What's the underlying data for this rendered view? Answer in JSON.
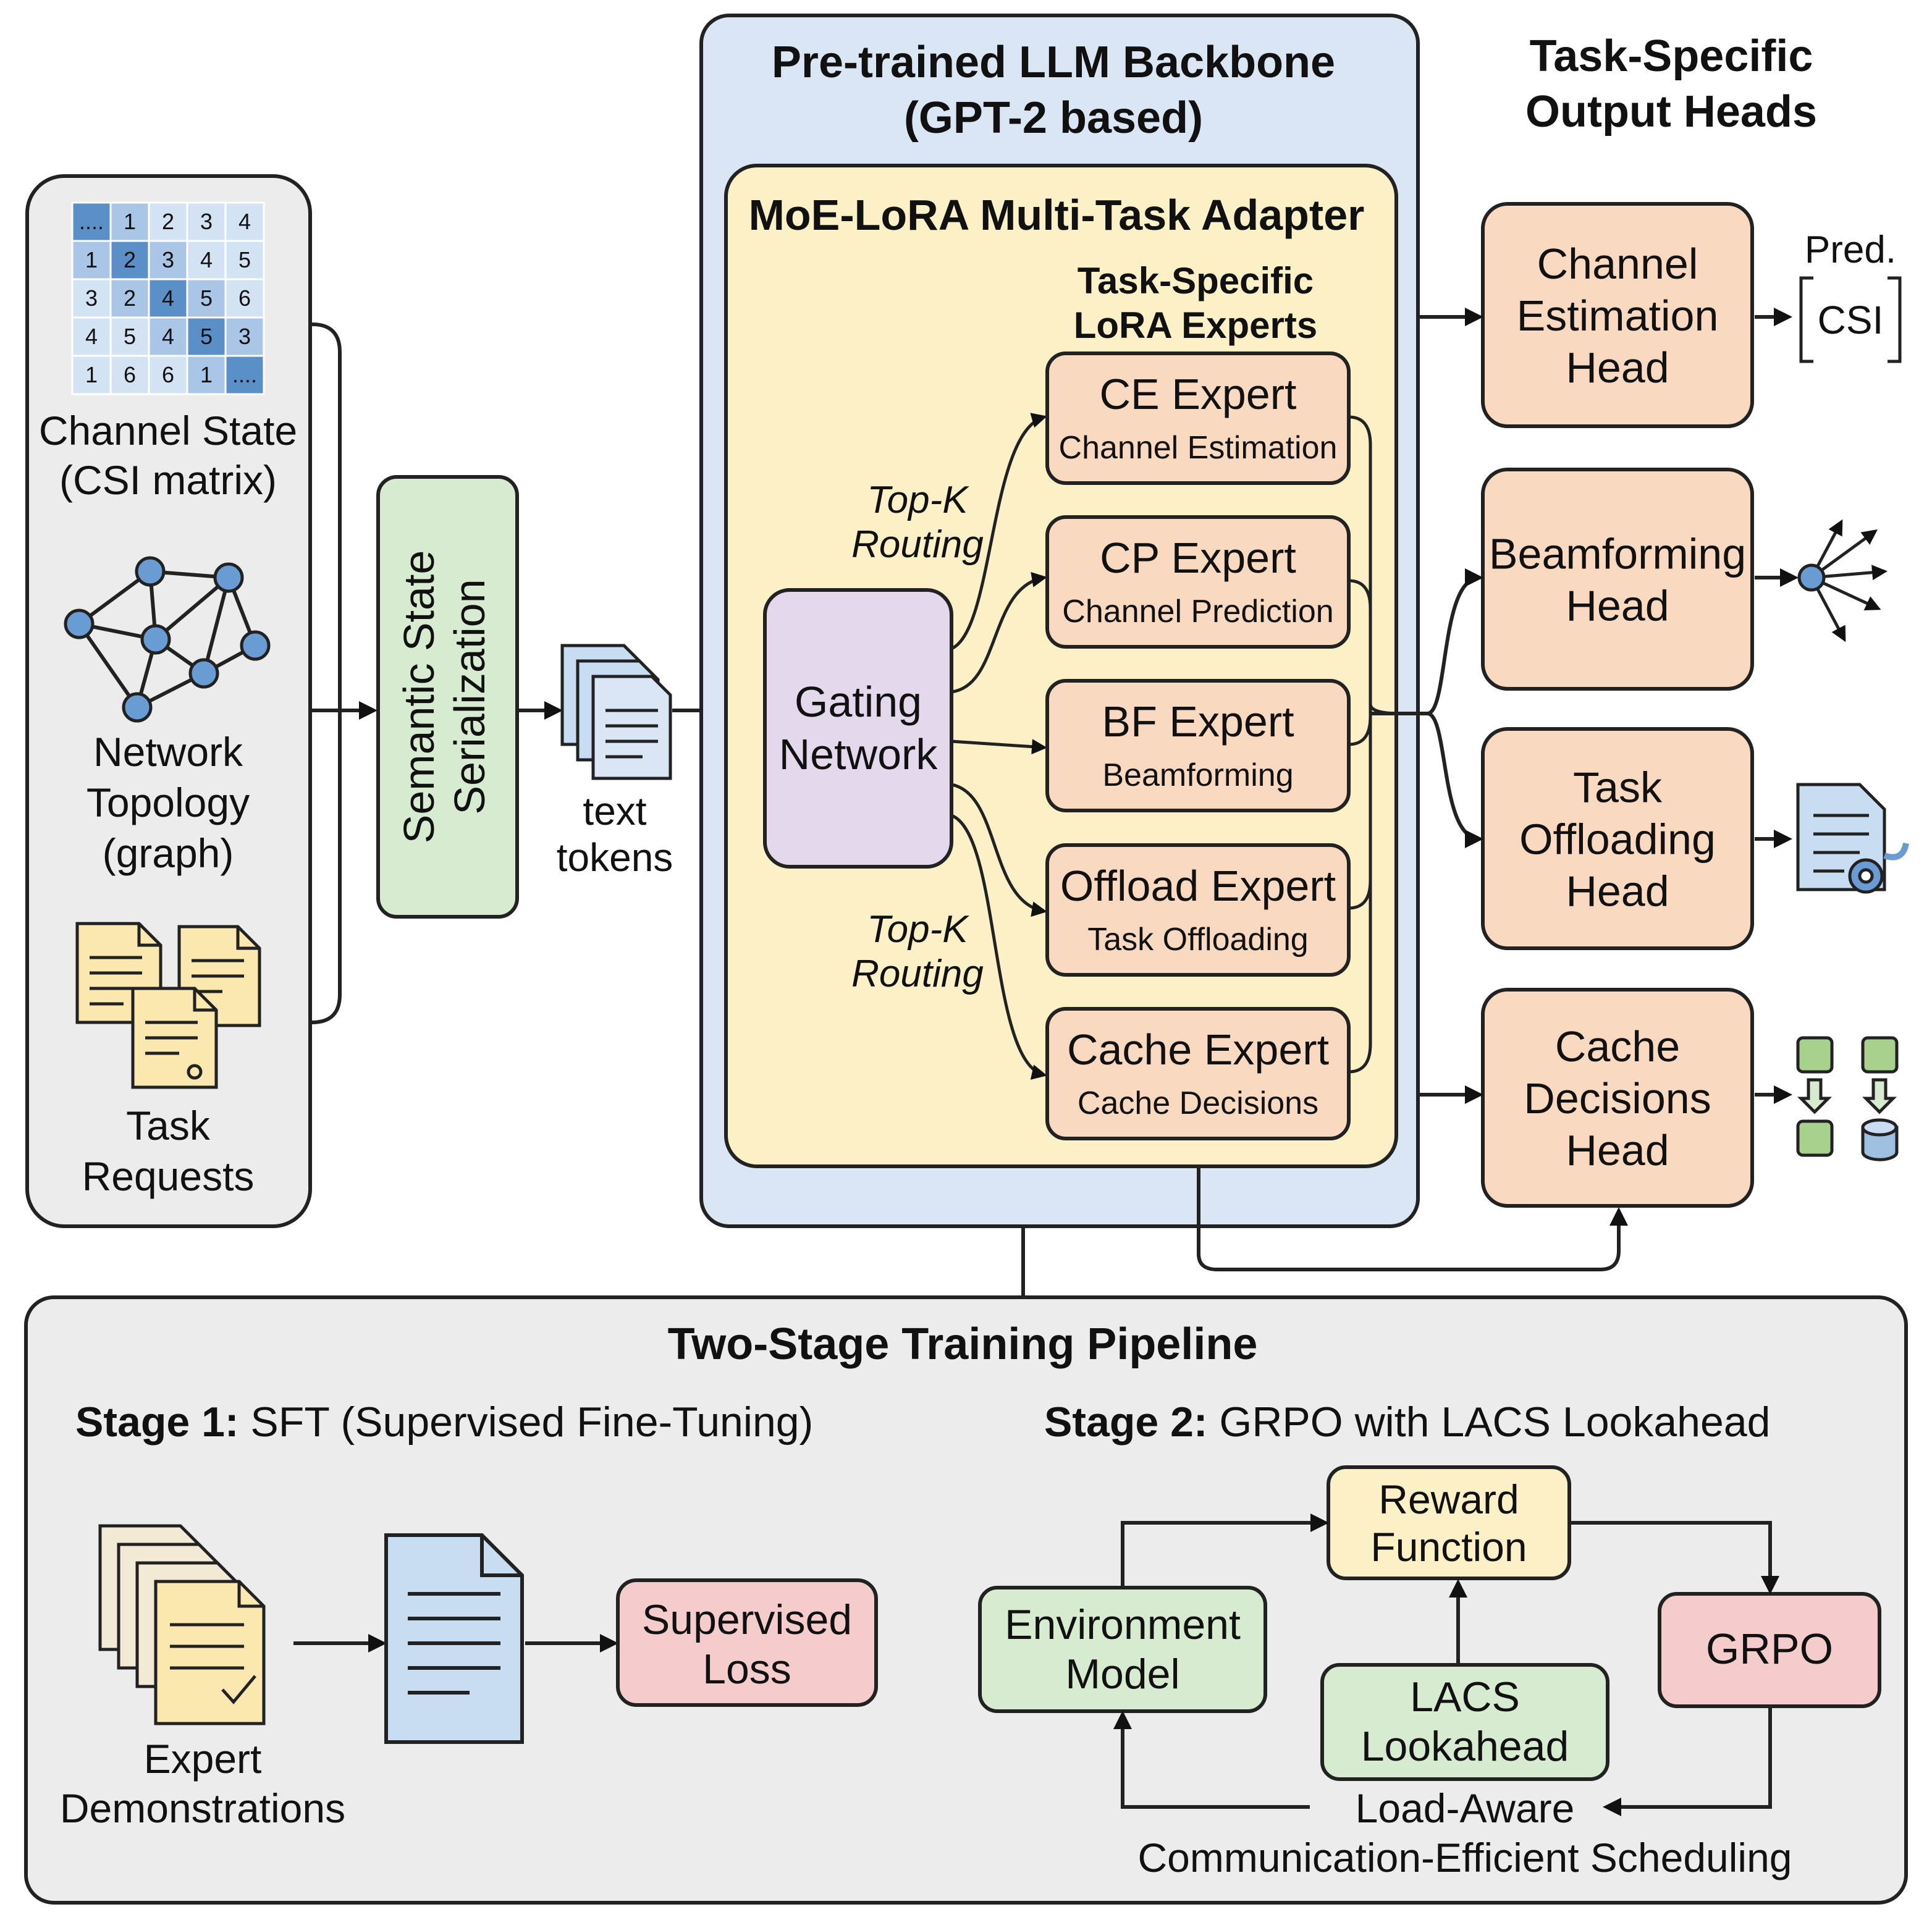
{
  "colors": {
    "backbone_fill": "#dbe6f5",
    "adapter_fill": "#fcf0c6",
    "expert_fill": "#f9d9bf",
    "gating_fill": "#e4d8ec",
    "serialize_fill": "#d7ebd0",
    "panel_fill": "#ececec",
    "loss_fill": "#f4cccc",
    "reward_fill": "#fcf0c6",
    "env_fill": "#d7ebd0",
    "stroke": "#222222",
    "accent_blue": "#6a9cd4"
  },
  "inputs": {
    "csi_matrix": [
      [
        "....",
        "1",
        "2",
        "3",
        "4"
      ],
      [
        "1",
        "2",
        "3",
        "4",
        "5"
      ],
      [
        "3",
        "2",
        "4",
        "5",
        "6"
      ],
      [
        "4",
        "5",
        "4",
        "5",
        "3"
      ],
      [
        "1",
        "6",
        "6",
        "1",
        "...."
      ]
    ],
    "csi_label_1": "Channel State",
    "csi_label_2": "(CSI matrix)",
    "topology_label_1": "Network",
    "topology_label_2": "Topology",
    "topology_label_3": "(graph)",
    "task_label_1": "Task",
    "task_label_2": "Requests"
  },
  "serialization": {
    "line1": "Semantic State",
    "line2": "Serialization"
  },
  "tokens": {
    "line1": "text",
    "line2": "tokens"
  },
  "backbone": {
    "title_1": "Pre-trained LLM Backbone",
    "title_2": "(GPT-2 based)"
  },
  "adapter": {
    "title": "MoE-LoRA Multi-Task Adapter",
    "experts_title_1": "Task-Specific",
    "experts_title_2": "LoRA Experts",
    "routing_top_1": "Top-K",
    "routing_top_2": "Routing",
    "routing_bottom_1": "Top-K",
    "routing_bottom_2": "Routing",
    "gating_1": "Gating",
    "gating_2": "Network"
  },
  "experts": [
    {
      "name": "CE Expert",
      "task": "Channel Estimation"
    },
    {
      "name": "CP Expert",
      "task": "Channel Prediction"
    },
    {
      "name": "BF Expert",
      "task": "Beamforming"
    },
    {
      "name": "Offload Expert",
      "task": "Task Offloading"
    },
    {
      "name": "Cache Expert",
      "task": "Cache Decisions"
    }
  ],
  "heads": {
    "title_1": "Task-Specific",
    "title_2": "Output Heads",
    "items": [
      {
        "l1": "Channel",
        "l2": "Estimation",
        "l3": "Head"
      },
      {
        "l1": "Beamforming",
        "l2": "Head"
      },
      {
        "l1": "Task",
        "l2": "Offloading",
        "l3": "Head"
      },
      {
        "l1": "Cache",
        "l2": "Decisions",
        "l3": "Head"
      }
    ],
    "pred_label": "Pred.",
    "csi_label": "CSI"
  },
  "training": {
    "title": "Two-Stage Training Pipeline",
    "stage1_bold": "Stage 1:",
    "stage1_text": " SFT (Supervised Fine-Tuning)",
    "stage2_bold": "Stage 2:",
    "stage2_text": " GRPO with LACS Lookahead",
    "expert_demo_1": "Expert",
    "expert_demo_2": "Demonstrations",
    "loss_1": "Supervised",
    "loss_2": "Loss",
    "reward_1": "Reward",
    "reward_2": "Function",
    "env_1": "Environment",
    "env_2": "Model",
    "grpo": "GRPO",
    "lacs_1": "LACS",
    "lacs_2": "Lookahead",
    "lacs_full_1": "Load-Aware",
    "lacs_full_2": "Communication-Efficient Scheduling"
  }
}
